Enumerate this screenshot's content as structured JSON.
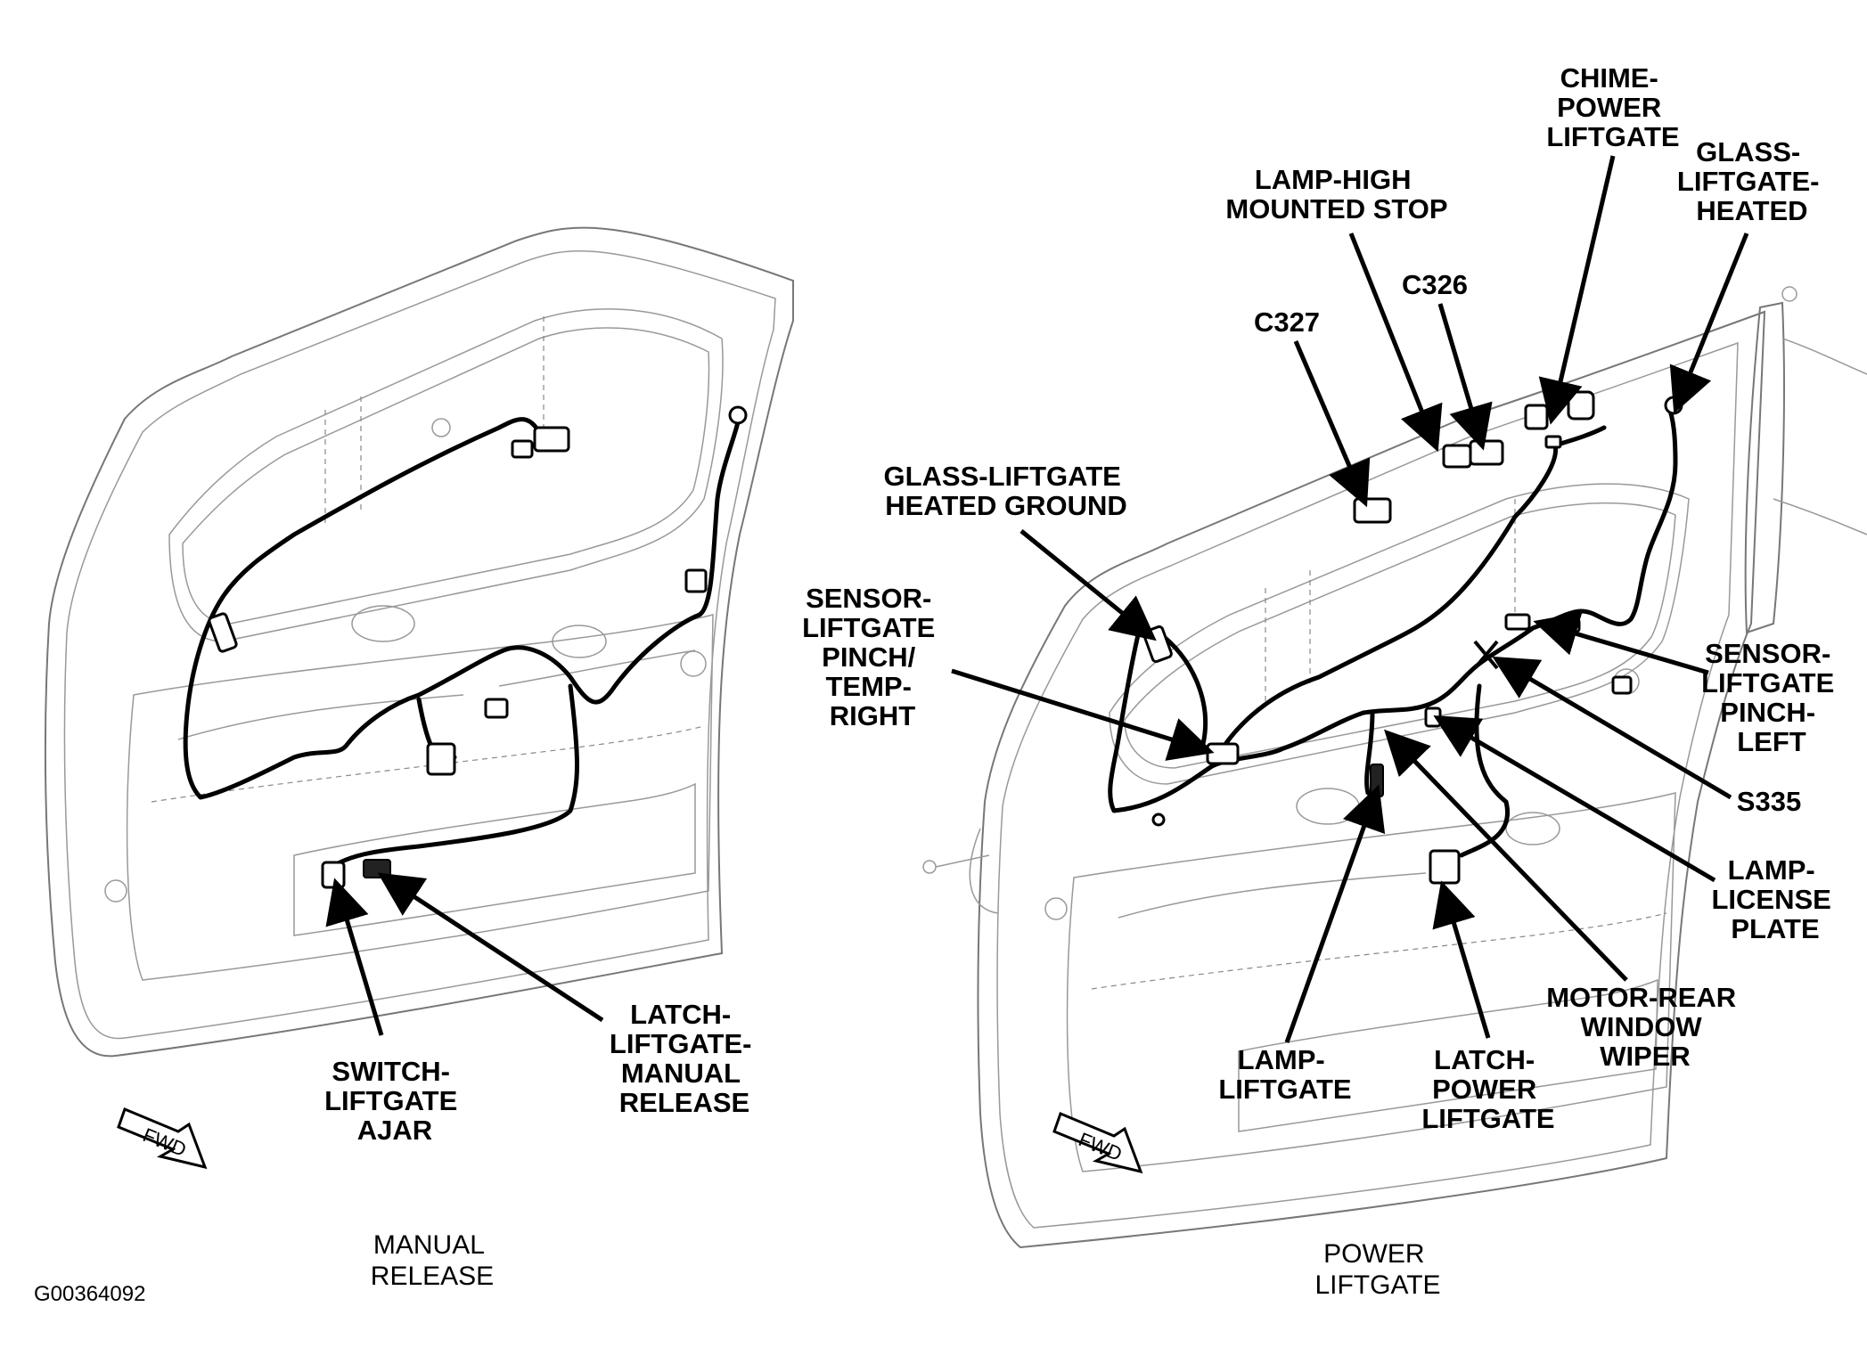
{
  "figure_id": "G00364092",
  "panels": [
    {
      "caption": [
        "MANUAL",
        "RELEASE"
      ],
      "fwd_label": "FWD",
      "callouts": [
        {
          "id": "switch-liftgate-ajar",
          "lines": [
            "SWITCH-",
            "LIFTGATE",
            "AJAR"
          ]
        },
        {
          "id": "latch-liftgate-manual-release",
          "lines": [
            "LATCH-",
            "LIFTGATE-",
            "MANUAL",
            "RELEASE"
          ]
        }
      ]
    },
    {
      "caption": [
        "POWER",
        "LIFTGATE"
      ],
      "fwd_label": "FWD",
      "callouts": [
        {
          "id": "chime-power-liftgate",
          "lines": [
            "CHIME-",
            "POWER",
            "LIFTGATE"
          ]
        },
        {
          "id": "glass-liftgate-heated",
          "lines": [
            "GLASS-",
            "LIFTGATE-",
            "HEATED"
          ]
        },
        {
          "id": "lamp-high-mounted-stop",
          "lines": [
            "LAMP-HIGH",
            "MOUNTED STOP"
          ]
        },
        {
          "id": "c326",
          "lines": [
            "C326"
          ]
        },
        {
          "id": "c327",
          "lines": [
            "C327"
          ]
        },
        {
          "id": "glass-liftgate-heated-ground",
          "lines": [
            "GLASS-LIFTGATE",
            "HEATED GROUND"
          ]
        },
        {
          "id": "sensor-liftgate-pinch-temp-right",
          "lines": [
            "SENSOR-",
            "LIFTGATE",
            "PINCH/",
            "TEMP-",
            "RIGHT"
          ]
        },
        {
          "id": "sensor-liftgate-pinch-left",
          "lines": [
            "SENSOR-",
            "LIFTGATE",
            "PINCH-",
            "LEFT"
          ]
        },
        {
          "id": "s335",
          "lines": [
            "S335"
          ]
        },
        {
          "id": "lamp-license-plate",
          "lines": [
            "LAMP-",
            "LICENSE",
            "PLATE"
          ]
        },
        {
          "id": "motor-rear-window-wiper",
          "lines": [
            "MOTOR-REAR",
            "WINDOW",
            "WIPER"
          ]
        },
        {
          "id": "lamp-liftgate",
          "lines": [
            "LAMP-",
            "LIFTGATE"
          ]
        },
        {
          "id": "latch-power-liftgate",
          "lines": [
            "LATCH-",
            "POWER",
            "LIFTGATE"
          ]
        }
      ]
    }
  ]
}
